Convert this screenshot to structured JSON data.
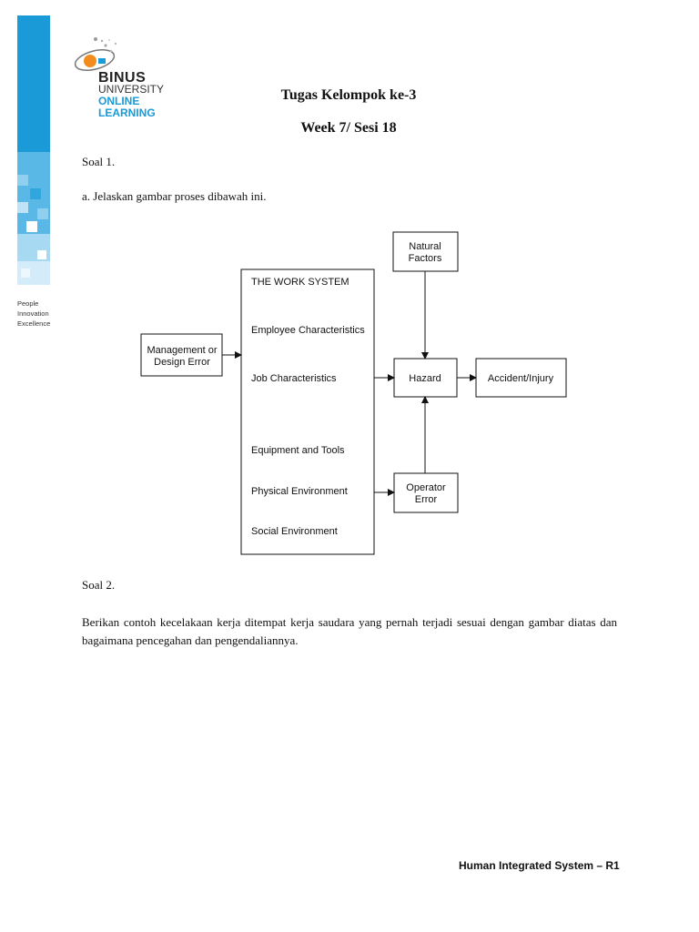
{
  "logo": {
    "line1": "BINUS",
    "line2": "UNIVERSITY",
    "line3": "ONLINE",
    "line4": "LEARNING"
  },
  "tagline": [
    "People",
    "Innovation",
    "Excellence"
  ],
  "header": {
    "title": "Tugas Kelompok ke-3",
    "subtitle": "Week 7/ Sesi 18"
  },
  "question1": {
    "label": "Soal 1.",
    "item": "a.  Jelaskan gambar proses dibawah ini."
  },
  "diagram": {
    "management": [
      "Management or",
      "Design Error"
    ],
    "work_system_title": "THE WORK SYSTEM",
    "work_system_items": [
      "Employee Characteristics",
      "Job Characteristics",
      "Equipment and Tools",
      "Physical Environment",
      "Social Environment"
    ],
    "natural": [
      "Natural",
      "Factors"
    ],
    "hazard": "Hazard",
    "accident": "Accident/Injury",
    "operator": [
      "Operator",
      "Error"
    ]
  },
  "question2": {
    "label": "Soal 2.",
    "text": "Berikan contoh kecelakaan kerja ditempat kerja saudara yang pernah terjadi sesuai dengan gambar diatas dan bagaimana pencegahan dan pengendaliannya."
  },
  "footer": "Human Integrated System – R1",
  "colors": {
    "brand_blue": "#1a9ad6",
    "brand_orange": "#f28c1e"
  }
}
